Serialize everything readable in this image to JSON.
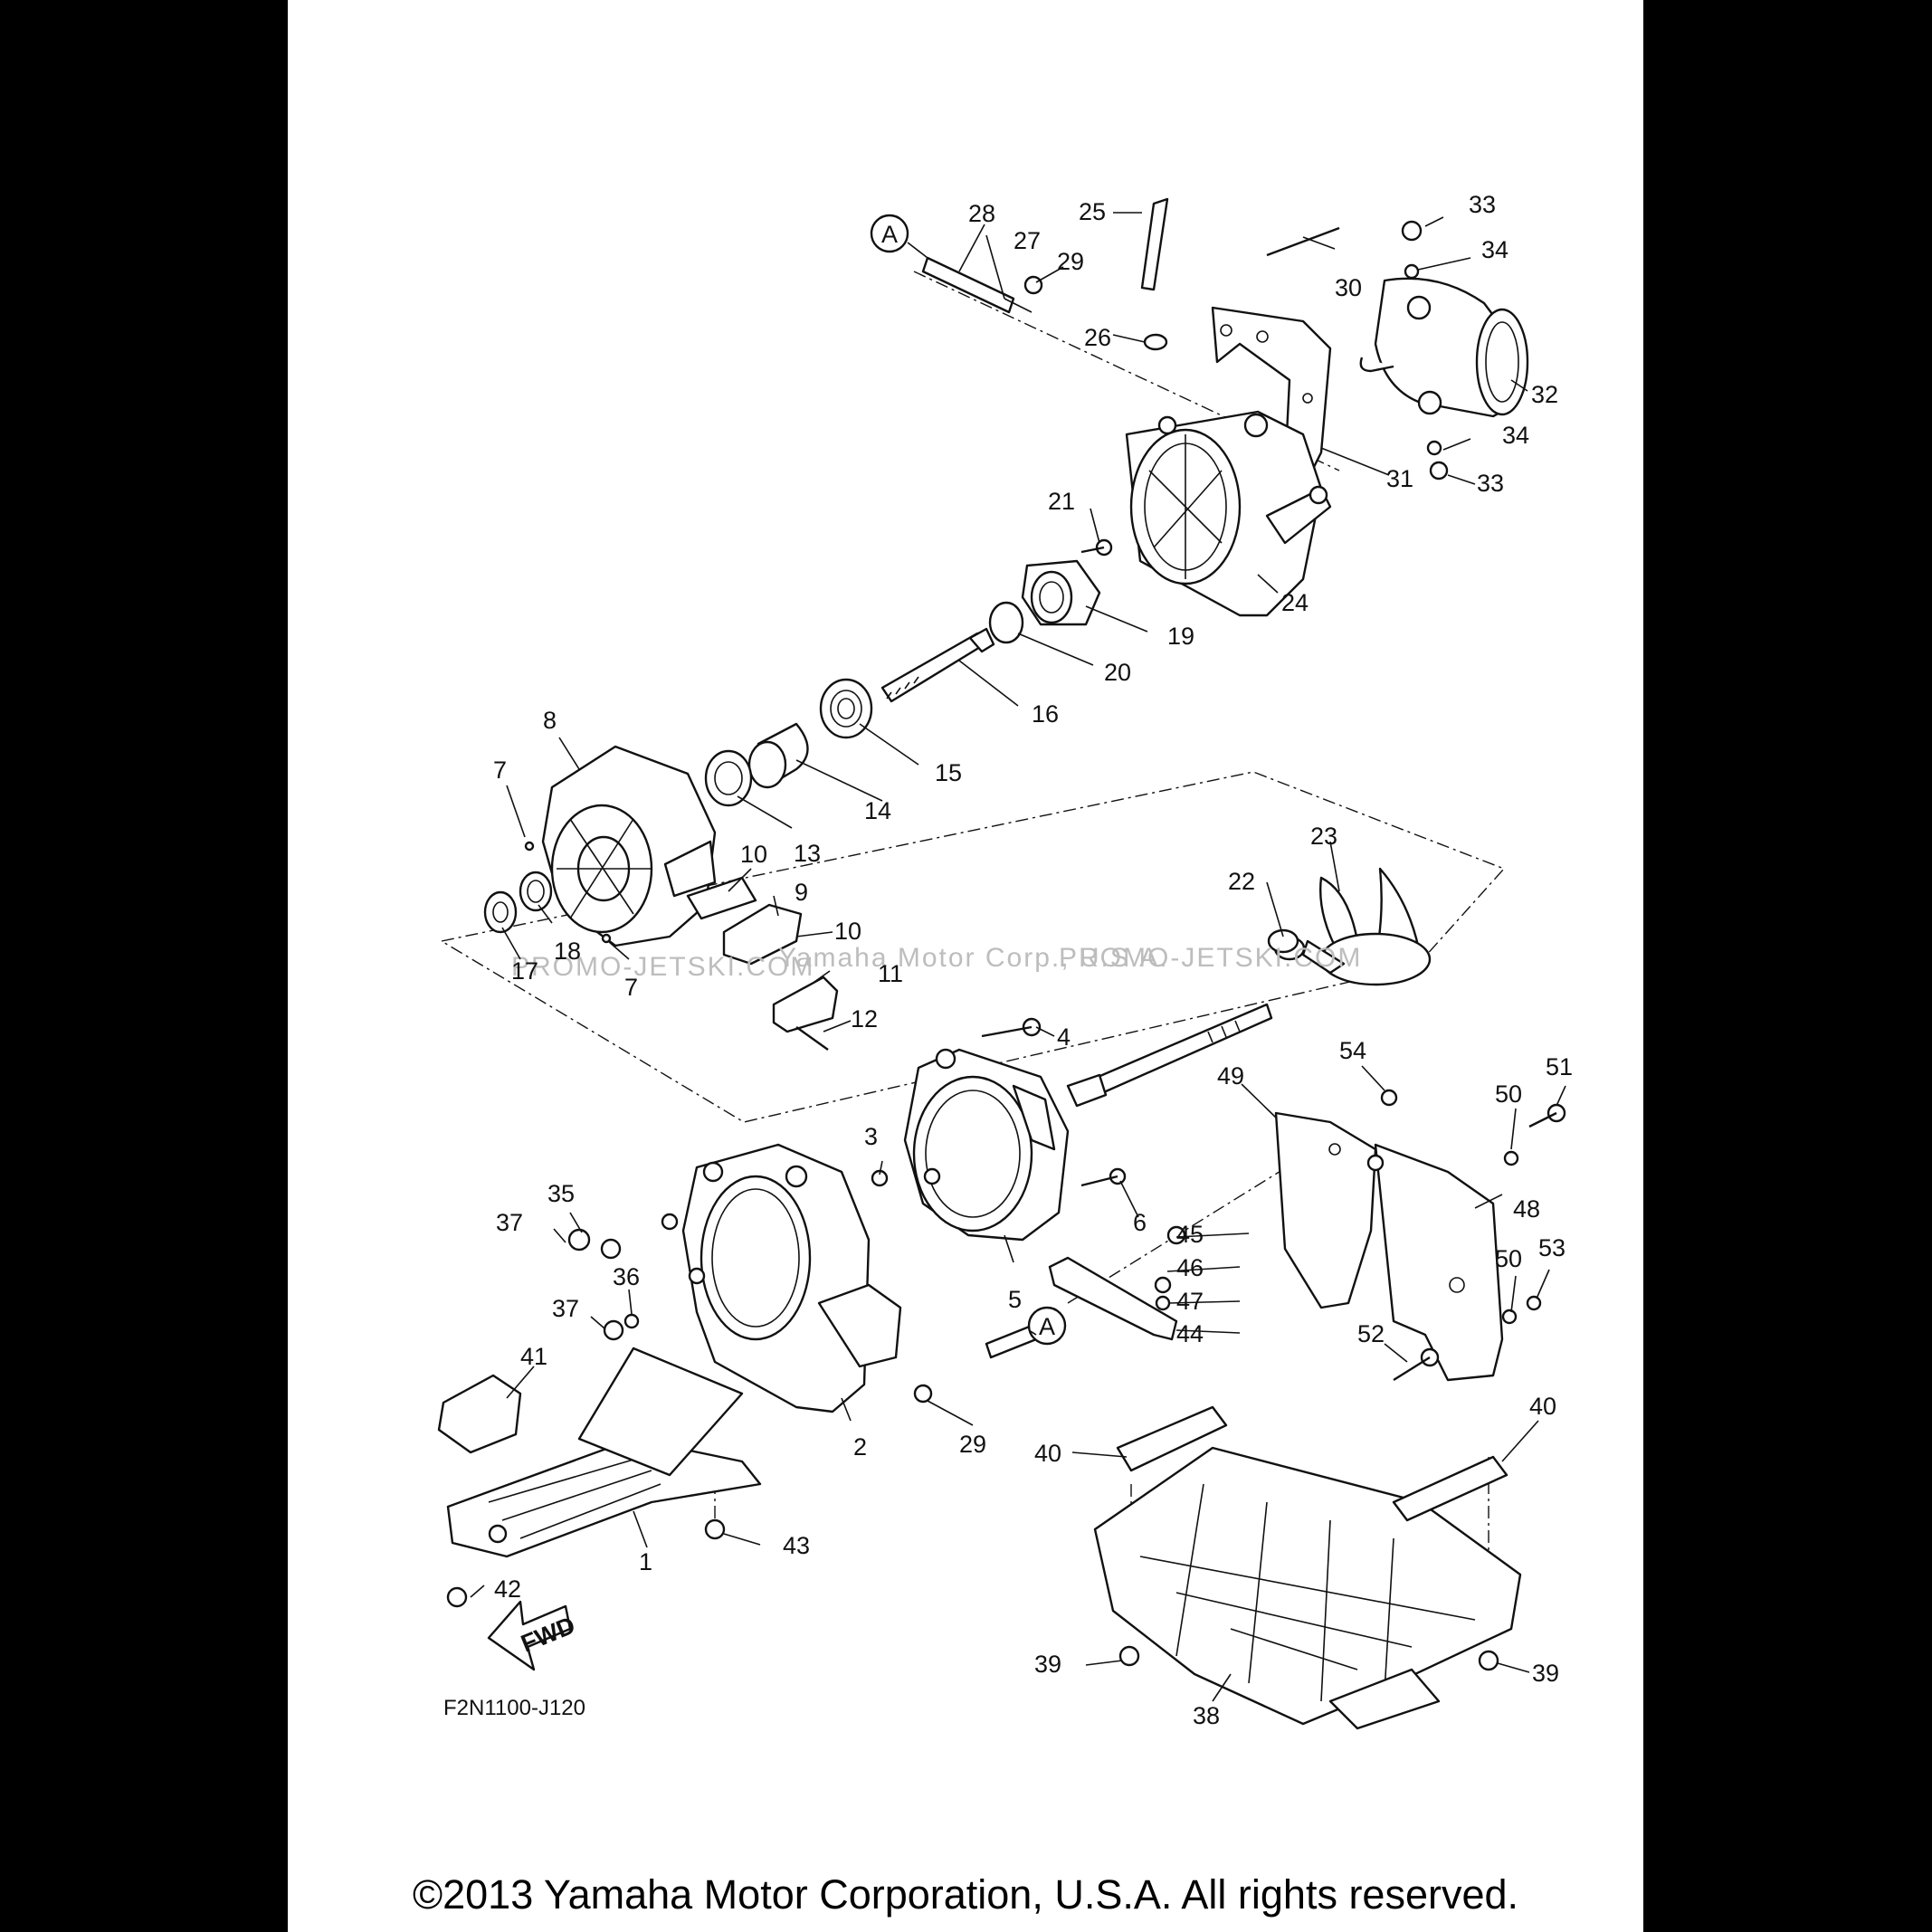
{
  "diagram": {
    "drawing_code": "F2N1100-J120",
    "fwd_label": "FWD",
    "ref_marker": "A",
    "watermark": "PROMO-JETSKI.COM",
    "watermark_center": "Yamaha Motor Corp., U.S.A.",
    "part_labels": [
      "1",
      "2",
      "3",
      "4",
      "5",
      "6",
      "7",
      "7",
      "8",
      "9",
      "10",
      "10",
      "11",
      "12",
      "13",
      "14",
      "15",
      "16",
      "17",
      "18",
      "19",
      "20",
      "21",
      "22",
      "23",
      "24",
      "25",
      "26",
      "27",
      "28",
      "29",
      "29",
      "30",
      "31",
      "32",
      "33",
      "33",
      "34",
      "34",
      "35",
      "36",
      "37",
      "37",
      "38",
      "39",
      "39",
      "40",
      "40",
      "41",
      "42",
      "43",
      "44",
      "45",
      "46",
      "47",
      "48",
      "49",
      "50",
      "50",
      "51",
      "52",
      "53",
      "54"
    ]
  },
  "footer": {
    "copyright": "©2013 Yamaha Motor Corporation, U.S.A. All rights reserved."
  }
}
